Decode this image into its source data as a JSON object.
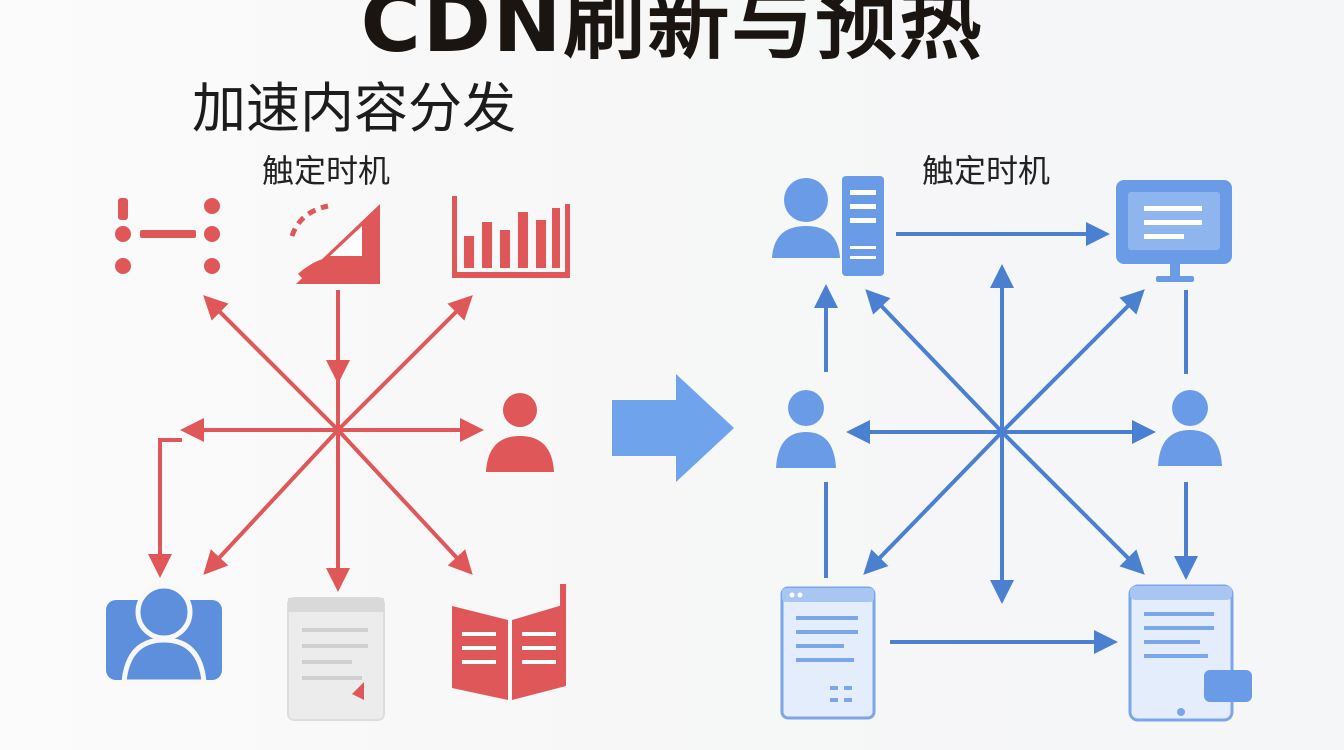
{
  "title": "CDN刷新与预热",
  "subtitle": "加速内容分发",
  "left_panel": {
    "caption": "触定时机",
    "color": "#e0575a"
  },
  "right_panel": {
    "caption": "触定时机",
    "color": "#4a80cf"
  },
  "transition_arrow_color": "#6fa4ec"
}
